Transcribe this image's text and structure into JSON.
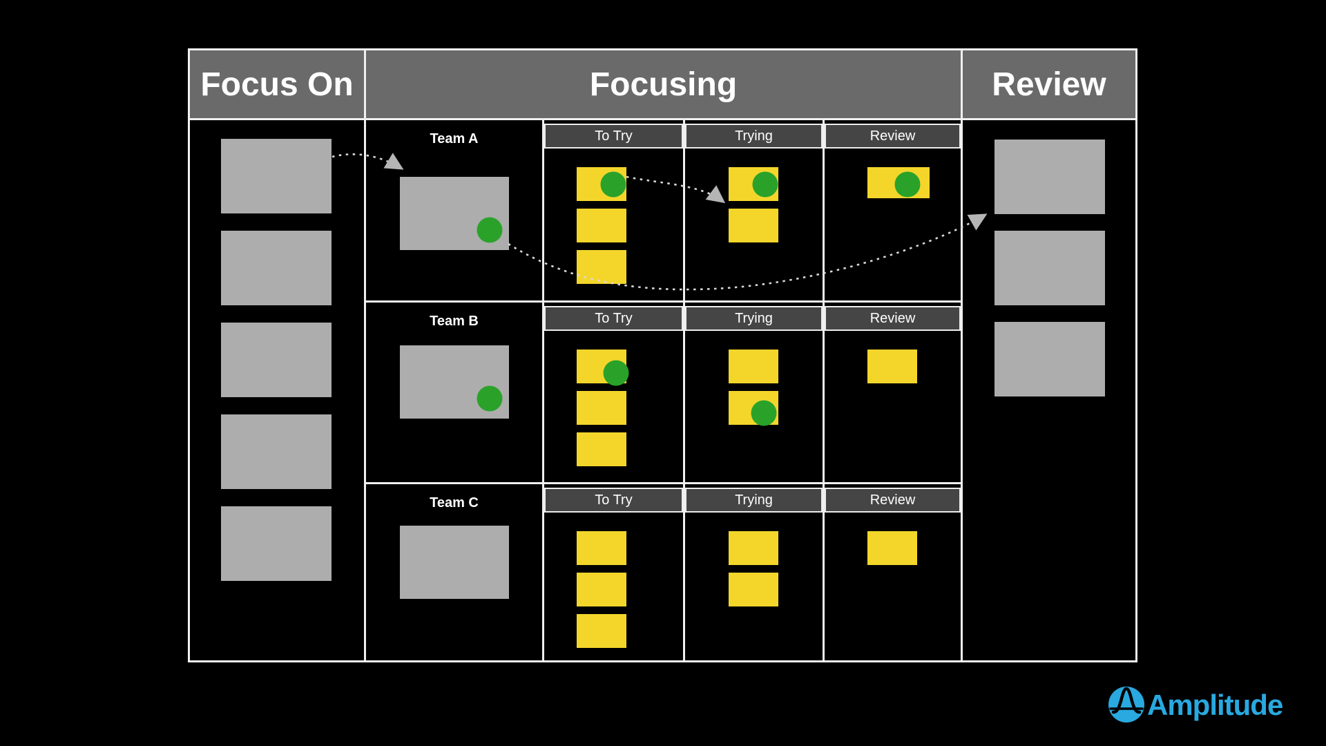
{
  "slide": {
    "board": {
      "columns": {
        "focus_on": "Focus On",
        "focusing": "Focusing",
        "review": "Review"
      },
      "focus_on_card_count": 5,
      "review_card_count": 3,
      "teams": [
        {
          "name": "Team A",
          "team_card_dot": "bottom-right",
          "stages": [
            {
              "label": "To Try",
              "cards": [
                {
                  "dot": "right"
                },
                {},
                {}
              ]
            },
            {
              "label": "Trying",
              "cards": [
                {
                  "dot": "right"
                },
                {}
              ]
            },
            {
              "label": "Review",
              "cards": [
                {
                  "dot": "center-right",
                  "wide": true
                }
              ]
            }
          ]
        },
        {
          "name": "Team B",
          "team_card_dot": "bottom-right",
          "stages": [
            {
              "label": "To Try",
              "cards": [
                {
                  "dot": "bottom-right"
                },
                {},
                {}
              ]
            },
            {
              "label": "Trying",
              "cards": [
                {},
                {
                  "dot": "bottom"
                }
              ]
            },
            {
              "label": "Review",
              "cards": [
                {}
              ]
            }
          ]
        },
        {
          "name": "Team C",
          "team_card_dot": null,
          "stages": [
            {
              "label": "To Try",
              "cards": [
                {},
                {},
                {}
              ]
            },
            {
              "label": "Trying",
              "cards": [
                {},
                {}
              ]
            },
            {
              "label": "Review",
              "cards": [
                {}
              ]
            }
          ]
        }
      ]
    },
    "logo": {
      "text": "Amplitude"
    },
    "colors": {
      "background": "#000000",
      "header_gray": "#6A6A6A",
      "stage_header_gray": "#454545",
      "card_gray": "#ADADAD",
      "sticky_yellow": "#F4D62B",
      "dot_green": "#2AA22A",
      "grid_white": "#F0F0F0",
      "amplitude_blue": "#29A9E0"
    }
  }
}
